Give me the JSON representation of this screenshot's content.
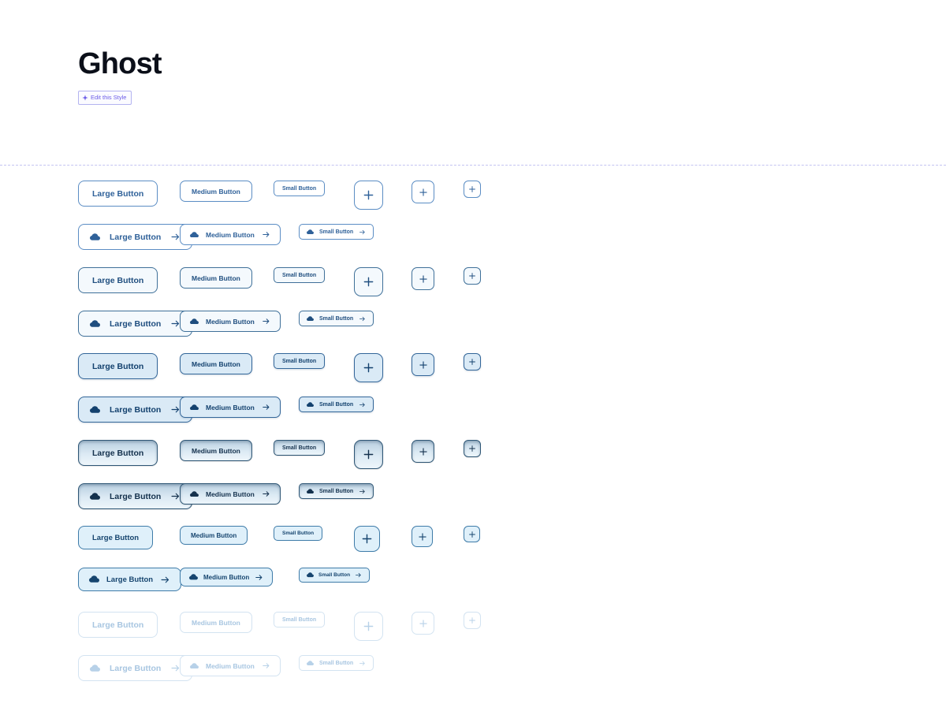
{
  "header": {
    "title": "Ghost",
    "edit_badge_label": "Edit this Style",
    "edit_badge_icon": "sparkle-icon",
    "accent_color": "#6b5ce7",
    "badge_border_color": "#b3b3f0"
  },
  "divider": {
    "style": "dashed",
    "color": "#c4c4f2"
  },
  "labels": {
    "large": "Large Button",
    "medium": "Medium Button",
    "small": "Small Button"
  },
  "icons": {
    "leading": "cloud-icon",
    "trailing": "arrow-right-icon",
    "icon_only": "plus-icon"
  },
  "palette": {
    "default_border": "#5b8dc4",
    "default_text": "#2f6199",
    "selected_fill": "#daeaf6",
    "pressed_border": "#2e5675",
    "disabled_border": "#d3e3f1",
    "disabled_text": "#a8c6e1",
    "page_background": "#ffffff"
  },
  "rows": [
    {
      "state": "default",
      "variant": "v-default",
      "kind": "text"
    },
    {
      "state": "default",
      "variant": "v-default",
      "kind": "icons"
    },
    {
      "state": "hover",
      "variant": "v-hover",
      "kind": "text"
    },
    {
      "state": "hover",
      "variant": "v-hover",
      "kind": "icons"
    },
    {
      "state": "selected",
      "variant": "v-selected",
      "kind": "text"
    },
    {
      "state": "selected",
      "variant": "v-selected",
      "kind": "icons"
    },
    {
      "state": "pressed",
      "variant": "v-pressed",
      "kind": "text"
    },
    {
      "state": "pressed",
      "variant": "v-pressed",
      "kind": "icons"
    },
    {
      "state": "focus",
      "variant": "v-focus",
      "kind": "text"
    },
    {
      "state": "focus",
      "variant": "v-focus",
      "kind": "icons"
    },
    {
      "state": "disabled",
      "variant": "v-disabled",
      "kind": "text"
    },
    {
      "state": "disabled",
      "variant": "v-disabled",
      "kind": "icons"
    }
  ]
}
